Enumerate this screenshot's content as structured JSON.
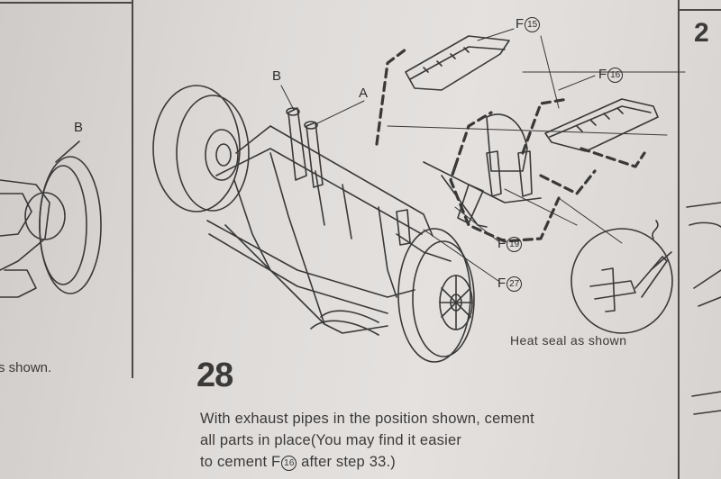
{
  "step": {
    "number": "28",
    "instruction_lines": [
      "With exhaust pipes in the position shown, cement",
      "all parts in place(You may find it easier",
      "to cement F",
      "after step 33.)"
    ],
    "instruction_part_ref": "16"
  },
  "callouts": {
    "b_main": "B",
    "a_main": "A",
    "b_left": "B",
    "f_letter": "F",
    "f15": "15",
    "f16": "16",
    "f19": "19",
    "f27": "27"
  },
  "captions": {
    "left_panel": "s shown.",
    "heat_seal": "Heat seal as shown",
    "next_step_partial": "2"
  }
}
